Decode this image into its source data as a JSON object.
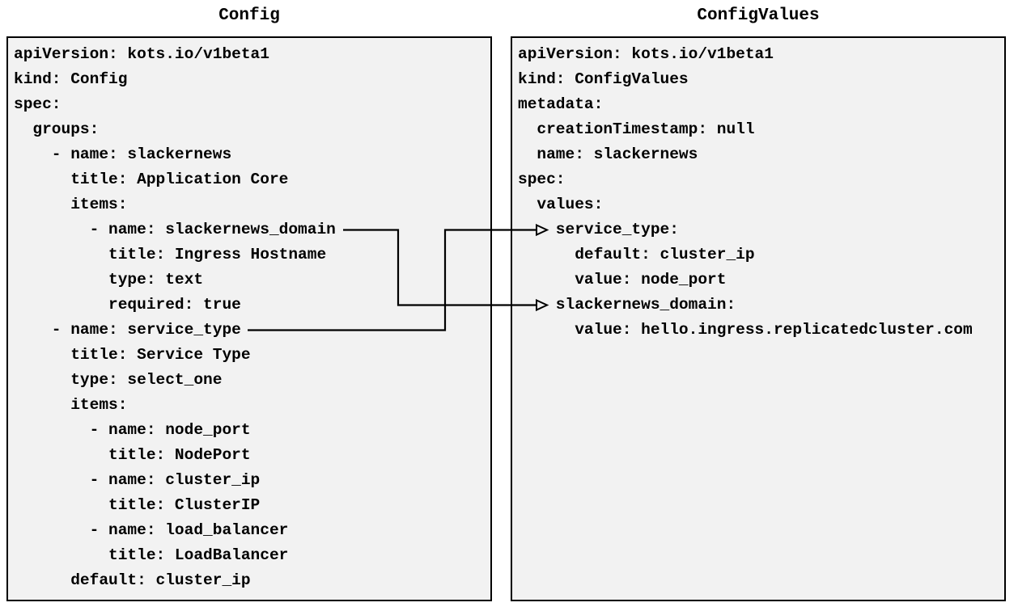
{
  "diagram": {
    "left_panel": {
      "title": "Config",
      "yaml": "apiVersion: kots.io/v1beta1\nkind: Config\nspec:\n  groups:\n    - name: slackernews\n      title: Application Core\n      items:\n        - name: slackernews_domain\n          title: Ingress Hostname\n          type: text\n          required: true\n    - name: service_type\n      title: Service Type\n      type: select_one\n      items:\n        - name: node_port\n          title: NodePort\n        - name: cluster_ip\n          title: ClusterIP\n        - name: load_balancer\n          title: LoadBalancer\n      default: cluster_ip"
    },
    "right_panel": {
      "title": "ConfigValues",
      "yaml": "apiVersion: kots.io/v1beta1\nkind: ConfigValues\nmetadata:\n  creationTimestamp: null\n  name: slackernews\nspec:\n  values:\n    service_type:\n      default: cluster_ip\n      value: node_port\n    slackernews_domain:\n      value: hello.ingress.replicatedcluster.com"
    },
    "connectors": [
      {
        "from": "Config item: slackernews_domain",
        "to": "ConfigValues value: slackernews_domain"
      },
      {
        "from": "Config item: service_type",
        "to": "ConfigValues value: service_type"
      }
    ],
    "colors": {
      "panel_bg": "#f2f2f2",
      "panel_border": "#000000",
      "text": "#000000",
      "connector_line": "#000000"
    }
  }
}
